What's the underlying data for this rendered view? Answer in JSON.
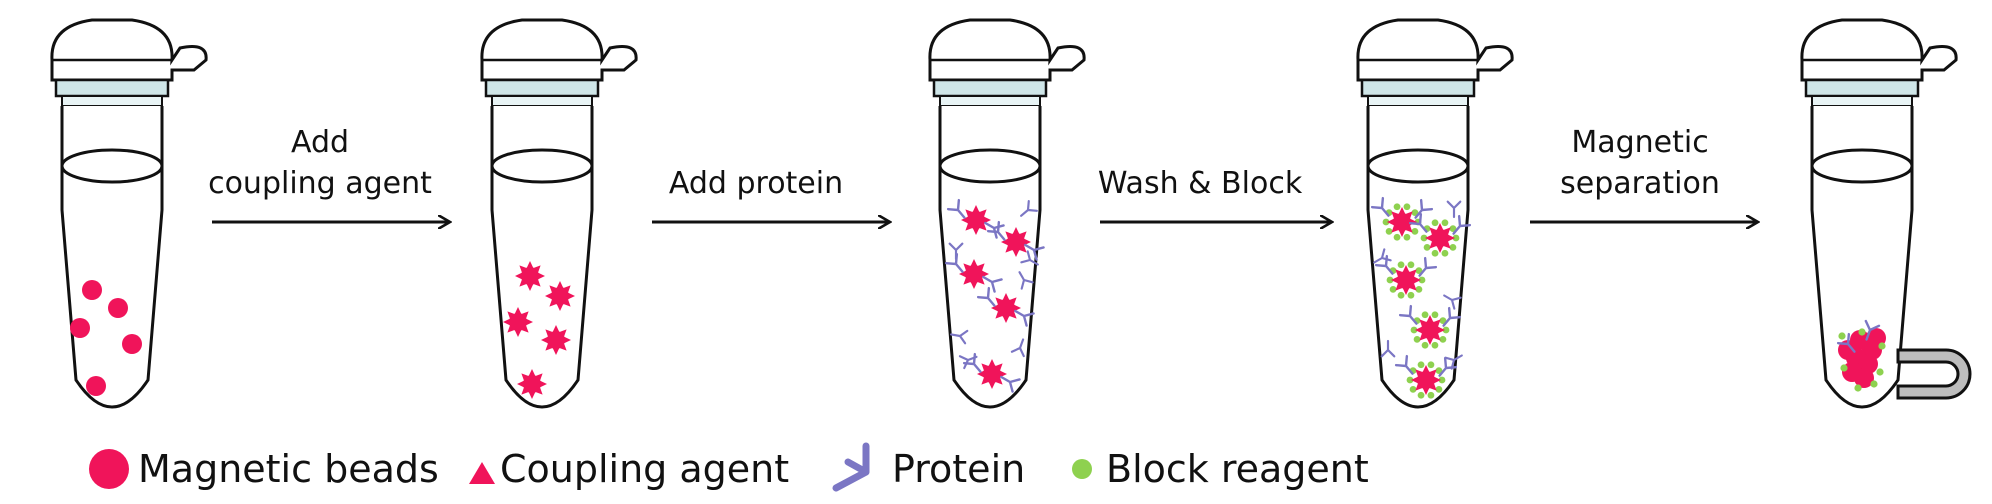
{
  "colors": {
    "bead": "#f0145a",
    "protein": "#7b76c4",
    "block": "#8ed14f",
    "outline": "#111111",
    "cap_band": "#cfe6e8",
    "magnet_fill": "#bdbdbd"
  },
  "steps": [
    {
      "line1": "Add",
      "line2": "coupling agent"
    },
    {
      "line1": "Add protein",
      "line2": ""
    },
    {
      "line1": "Wash & Block",
      "line2": ""
    },
    {
      "line1": "Magnetic",
      "line2": "separation"
    }
  ],
  "tubes": [
    {
      "stage": 1,
      "content": "beads",
      "bead_count": 5
    },
    {
      "stage": 2,
      "content": "beads-with-coupling-agent",
      "bead_count": 5
    },
    {
      "stage": 3,
      "content": "beads-with-protein",
      "bead_count": 5
    },
    {
      "stage": 4,
      "content": "beads-protein-block",
      "bead_count": 5
    },
    {
      "stage": 5,
      "content": "separated-cluster",
      "magnet": true
    }
  ],
  "legend": [
    {
      "label": "Magnetic beads",
      "icon": "bead-dot-icon"
    },
    {
      "label": "Coupling agent",
      "icon": "triangle-icon"
    },
    {
      "label": "Protein",
      "icon": "y-antibody-icon"
    },
    {
      "label": "Block reagent",
      "icon": "green-dot-icon"
    }
  ]
}
